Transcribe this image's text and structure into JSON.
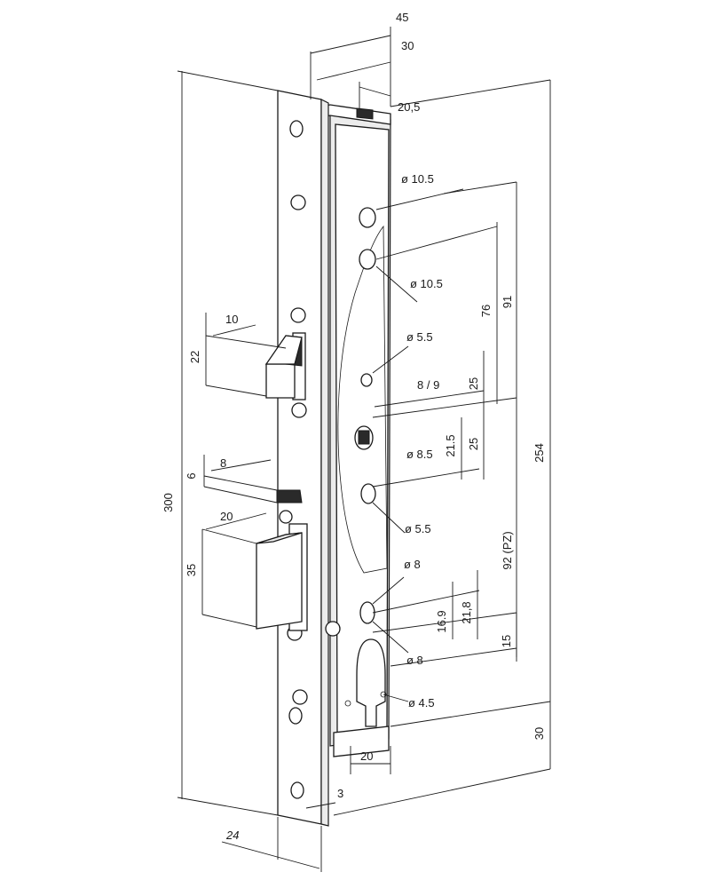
{
  "dimensions": {
    "d45": "45",
    "d30_top": "30",
    "d20_5": "20,5",
    "d_hole_10_5_a": "ø 10.5",
    "d_hole_10_5_b": "ø 10.5",
    "d76": "76",
    "d91": "91",
    "d_hole_5_5_a": "ø 5.5",
    "d8_9": "8 / 9",
    "d25_a": "25",
    "d_hole_8_5": "ø 8.5",
    "d21_5": "21.5",
    "d25_b": "25",
    "d254": "254",
    "d_hole_5_5_b": "ø 5.5",
    "d_hole_8_a": "ø 8",
    "d92_pz": "92 (PZ)",
    "d16_9": "16.9",
    "d21_8": "21,8",
    "d15": "15",
    "d_hole_8_b": "ø 8",
    "d_hole_4_5": "ø 4.5",
    "d30_bottom": "30",
    "d20_cyl": "20",
    "d3": "3",
    "d24": "24",
    "d300": "300",
    "d10": "10",
    "d22": "22",
    "d6": "6",
    "d8_deadlatch": "8",
    "d20_bolt": "20",
    "d35": "35"
  },
  "colors": {
    "line": "#1a1a1a",
    "fill_face": "#ffffff",
    "fill_shade": "#ececec"
  }
}
